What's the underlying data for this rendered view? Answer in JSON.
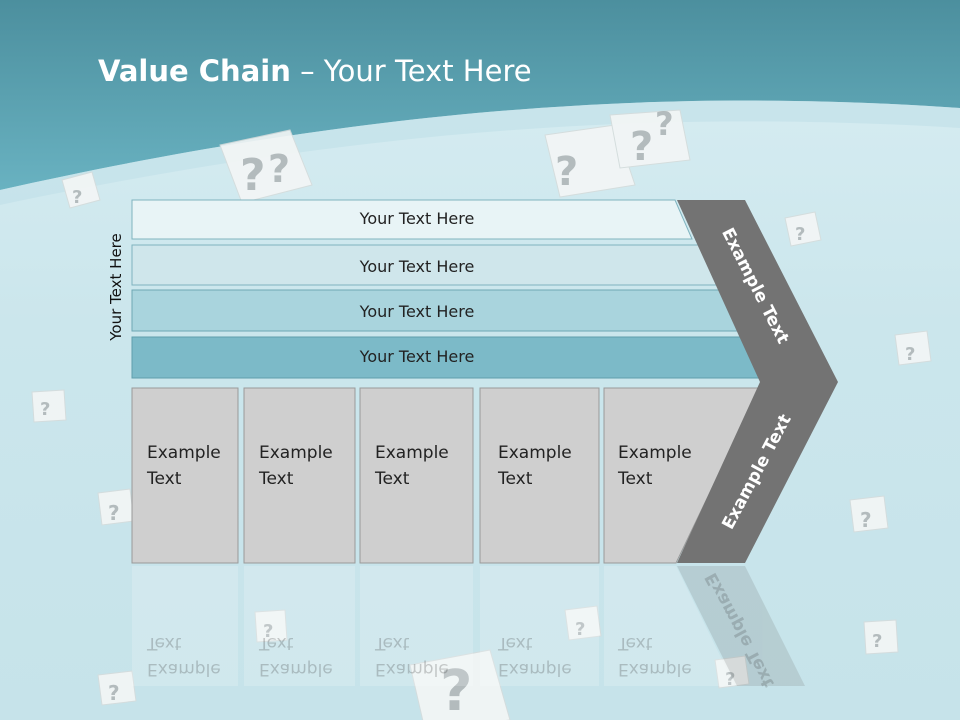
{
  "slide": {
    "title_bold": "Value Chain",
    "title_rest": " – Your Text Here",
    "side_label": "Your Text Here",
    "bars": [
      {
        "label": "Your Text Here"
      },
      {
        "label": "Your Text Here"
      },
      {
        "label": "Your Text Here"
      },
      {
        "label": "Your Text Here"
      }
    ],
    "columns": [
      {
        "line1": "Example",
        "line2": "Text"
      },
      {
        "line1": "Example",
        "line2": "Text"
      },
      {
        "line1": "Example",
        "line2": "Text"
      },
      {
        "line1": "Example",
        "line2": "Text"
      },
      {
        "line1": "Example",
        "line2": "Text"
      }
    ],
    "chevron_top_text": "Example Text",
    "chevron_bottom_text": "Example Text"
  },
  "colors": {
    "header": "#4e97a7",
    "bar_1": "#e8f4f6",
    "bar_2": "#cfe6eb",
    "bar_3": "#a9d4dd",
    "bar_4": "#7cbac8",
    "column_fill": "#cfcfcf",
    "chevron": "#737373"
  }
}
